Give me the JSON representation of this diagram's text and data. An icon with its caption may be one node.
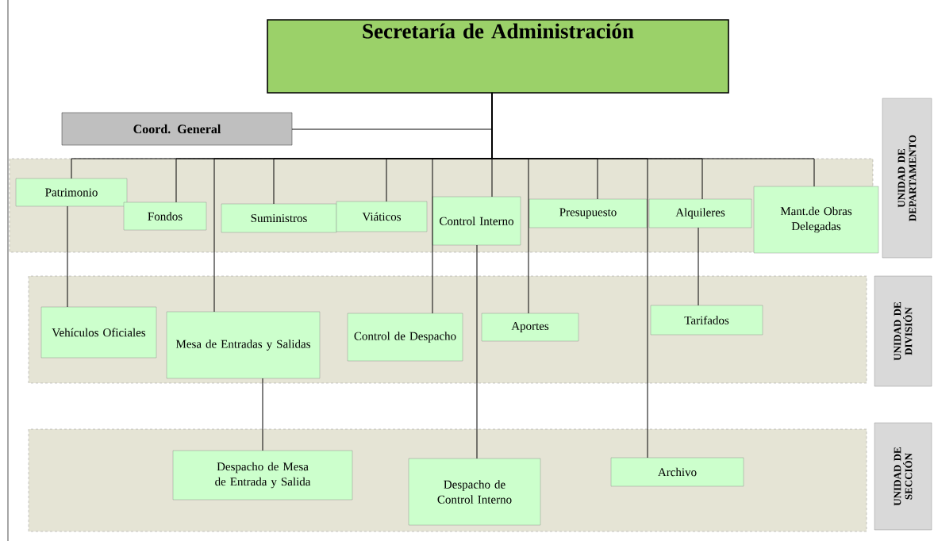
{
  "diagram": {
    "nodes": [
      {
        "text": [
          "Secretaría de Administración"
        ]
      },
      {
        "text": [
          "Coord. General"
        ]
      },
      {
        "text": [
          "Patrimonio"
        ]
      },
      {
        "text": [
          "Fondos"
        ]
      },
      {
        "text": [
          "Suministros"
        ]
      },
      {
        "text": [
          "Viáticos"
        ]
      },
      {
        "text": [
          "Control Interno"
        ]
      },
      {
        "text": [
          "Presupuesto"
        ]
      },
      {
        "text": [
          "Alquileres"
        ]
      },
      {
        "text": [
          "Mant.de Obras Delegadas"
        ]
      },
      {
        "text": [
          "Vehículos Oficiales"
        ]
      },
      {
        "text": [
          "Mesa de Entradas y Salidas"
        ]
      },
      {
        "text": [
          "Control de Despacho"
        ]
      },
      {
        "text": [
          "Aportes"
        ]
      },
      {
        "text": [
          "Tarifados"
        ]
      },
      {
        "text": [
          "Despacho de Mesa de Entrada y Salida"
        ]
      },
      {
        "text": [
          "Despacho de Control Interno"
        ]
      },
      {
        "text": [
          "Archivo"
        ]
      },
      {
        "text": [
          "UNIDAD DE DEPARTAMENTO"
        ]
      },
      {
        "text": [
          "UNIDAD DE DIVISIÓN"
        ]
      },
      {
        "text": [
          "UNIDAD DE SECCIÓN"
        ]
      }
    ],
    "edges": [
      {
        "from": 0,
        "to": 1,
        "arrow": "none"
      },
      {
        "from": 0,
        "to": 2,
        "arrow": "none"
      },
      {
        "from": 0,
        "to": 3,
        "arrow": "none"
      },
      {
        "from": 0,
        "to": 11,
        "arrow": "none"
      },
      {
        "from": 0,
        "to": 4,
        "arrow": "none"
      },
      {
        "from": 0,
        "to": 5,
        "arrow": "none"
      },
      {
        "from": 0,
        "to": 12,
        "arrow": "none"
      },
      {
        "from": 0,
        "to": 6,
        "arrow": "none"
      },
      {
        "from": 0,
        "to": 13,
        "arrow": "none"
      },
      {
        "from": 0,
        "to": 7,
        "arrow": "none"
      },
      {
        "from": 0,
        "to": 17,
        "arrow": "none"
      },
      {
        "from": 0,
        "to": 8,
        "arrow": "none"
      },
      {
        "from": 0,
        "to": 9,
        "arrow": "none"
      },
      {
        "from": 2,
        "to": 10,
        "arrow": "none"
      },
      {
        "from": 8,
        "to": 14,
        "arrow": "none"
      },
      {
        "from": 11,
        "to": 15,
        "arrow": "none"
      },
      {
        "from": 6,
        "to": 16,
        "arrow": "none"
      }
    ]
  }
}
